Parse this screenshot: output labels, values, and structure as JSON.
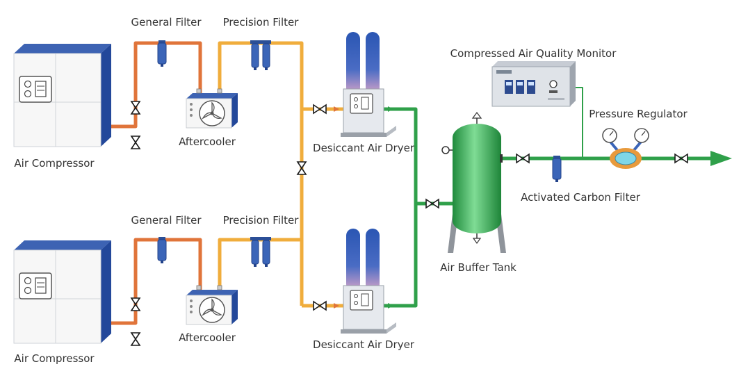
{
  "labels": {
    "general_filter_top": "General Filter",
    "precision_filter_top": "Precision Filter",
    "aftercooler_top": "Aftercooler",
    "air_compressor_top": "Air Compressor",
    "desiccant_dryer_top": "Desiccant Air Dryer",
    "general_filter_bottom": "General Filter",
    "precision_filter_bottom": "Precision Filter",
    "aftercooler_bottom": "Aftercooler",
    "air_compressor_bottom": "Air Compressor",
    "desiccant_dryer_bottom": "Desiccant Air Dryer",
    "quality_monitor": "Compressed Air Quality Monitor",
    "pressure_regulator": "Pressure Regulator",
    "carbon_filter": "Activated Carbon Filter",
    "buffer_tank": "Air Buffer Tank"
  },
  "colors": {
    "compressor_blue": "#2e55a5",
    "hot_pipe": "#e0743a",
    "warm_pipe": "#f0ad3c",
    "clean_pipe": "#2fa04a",
    "tank_green": "#2fa24b",
    "regulator_orange": "#e89a3c"
  }
}
